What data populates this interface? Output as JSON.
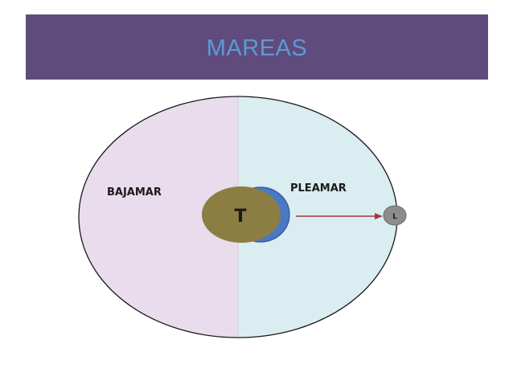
{
  "slide": {
    "title": "MAREAS"
  },
  "diagram": {
    "left_label": "BAJAMAR",
    "right_label": "PLEAMAR",
    "earth_label": "T",
    "moon_label": "L",
    "colors": {
      "title_bar": "#5f4b7c",
      "title_text": "#5b9bd5",
      "left_half": "#e9dced",
      "right_half": "#daedf1",
      "earth": "#8c7d42",
      "earth_bulge": "#4a78c2",
      "arrow": "#a03a3a",
      "moon": "#8c8c8c"
    }
  }
}
